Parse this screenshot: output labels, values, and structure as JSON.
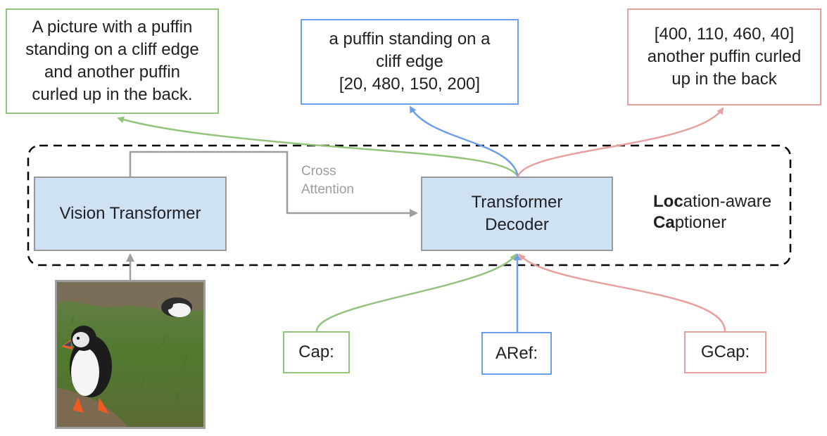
{
  "outputs": {
    "caption": "A picture with a puffin\nstanding on a cliff edge\nand another puffin\ncurled up in the back.",
    "referring": "a puffin standing on a\ncliff edge\n[20, 480, 150, 200]",
    "grounded": "[400, 110, 460, 40]\nanother puffin curled\nup in the back"
  },
  "modules": {
    "encoder": "Vision Transformer",
    "decoder": "Transformer\nDecoder",
    "cross_attention": "Cross\nAttention"
  },
  "model_name": {
    "line1_bold": "Loc",
    "line1_rest": "ation-aware",
    "line2_bold": "Ca",
    "line2_rest": "ptioner"
  },
  "inputs": {
    "cap": "Cap:",
    "aref": "ARef:",
    "gcap": "GCap:"
  },
  "colors": {
    "caption": "#93c47d",
    "referring": "#6d9eeb",
    "grounded": "#e6a0a0",
    "module_fill": "#cfe2f3",
    "module_border": "#999999"
  }
}
